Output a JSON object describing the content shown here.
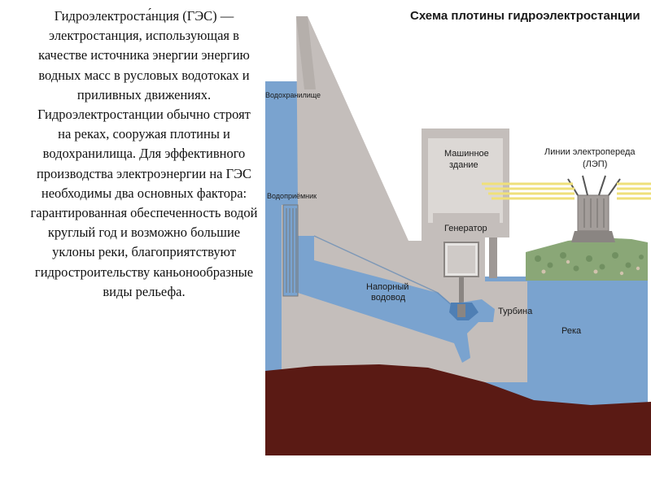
{
  "description_text": "Гидроэлектроста́нция (ГЭС) — электростанция, использующая в качестве источника энергии  энергию водных масс в русловых водотоках и приливных движениях. Гидроэлектростанции обычно строят на реках, сооружая плотины и водохранилища. Для эффективного производства электроэнергии на ГЭС необходимы два основных фактора: гарантированная обеспеченность водой круглый год и возможно большие уклоны реки, благоприятствуют гидростроительству каньонообразные виды рельефа.",
  "diagram": {
    "title": "Схема плотины гидроэлектростанции",
    "labels": {
      "reservoir": "Водохранилище",
      "intake": "Водоприёмник",
      "penstock_1": "Напорный",
      "penstock_2": "водовод",
      "powerhouse_1": "Машинное",
      "powerhouse_2": "здание",
      "generator": "Генератор",
      "turbine": "Турбина",
      "power_lines_1": "Линии электропереда",
      "power_lines_2": "(ЛЭП)",
      "river": "Река"
    },
    "colors": {
      "water": "#7aa3cf",
      "water_dark": "#4f7fb4",
      "concrete": "#c4bebb",
      "concrete_dark": "#a49e9b",
      "ground": "#5a1a14",
      "grass": "#8aa777",
      "wire": "#efe07a"
    }
  }
}
